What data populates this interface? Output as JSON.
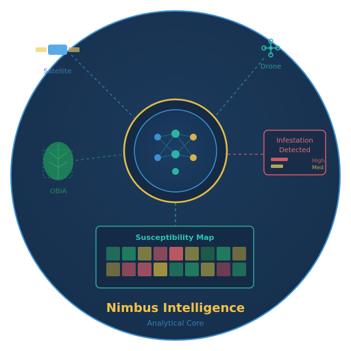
{
  "title": "Nimbus Intelligence",
  "subtitle": "Analytical Core",
  "sources": {
    "satellite": "Satellite",
    "drone": "Drone",
    "obia": "OBIA"
  },
  "alert": {
    "title_line1": "Infestation",
    "title_line2": "Detected",
    "levels": [
      {
        "label": "High",
        "color": "#c95a68",
        "fill": 1.0
      },
      {
        "label": "Med",
        "color": "#b3a55a",
        "fill": 1.0
      }
    ]
  },
  "map": {
    "title": "Susceptibility Map",
    "rows": [
      [
        "#1e6b5a",
        "#1f7a5e",
        "#7a7a45",
        "#86485a",
        "#b85862",
        "#7a7a45",
        "#1e5a4a",
        "#1f7a5e",
        "#6b6a40"
      ],
      [
        "#6b6a40",
        "#86485a",
        "#9a4e60",
        "#9c9040",
        "#1e6b5a",
        "#1f7a5e",
        "#7a7a45",
        "#6b3c52",
        "#1e6b5a"
      ]
    ]
  },
  "colors": {
    "background": "#1a3350",
    "ring_outer": "#e3bf4a",
    "ring_inner": "#3a8fd0",
    "accent_teal": "#2bb3a3",
    "accent_gold": "#f0c24a",
    "alert_border": "#d25a6a",
    "satellite": "#3d8fd0",
    "drone": "#2ab8b0",
    "obia": "#1f8f5a"
  },
  "icons": {
    "satellite": "satellite-icon",
    "drone": "drone-icon",
    "obia": "leaf-icon",
    "core": "neural-network-icon"
  }
}
